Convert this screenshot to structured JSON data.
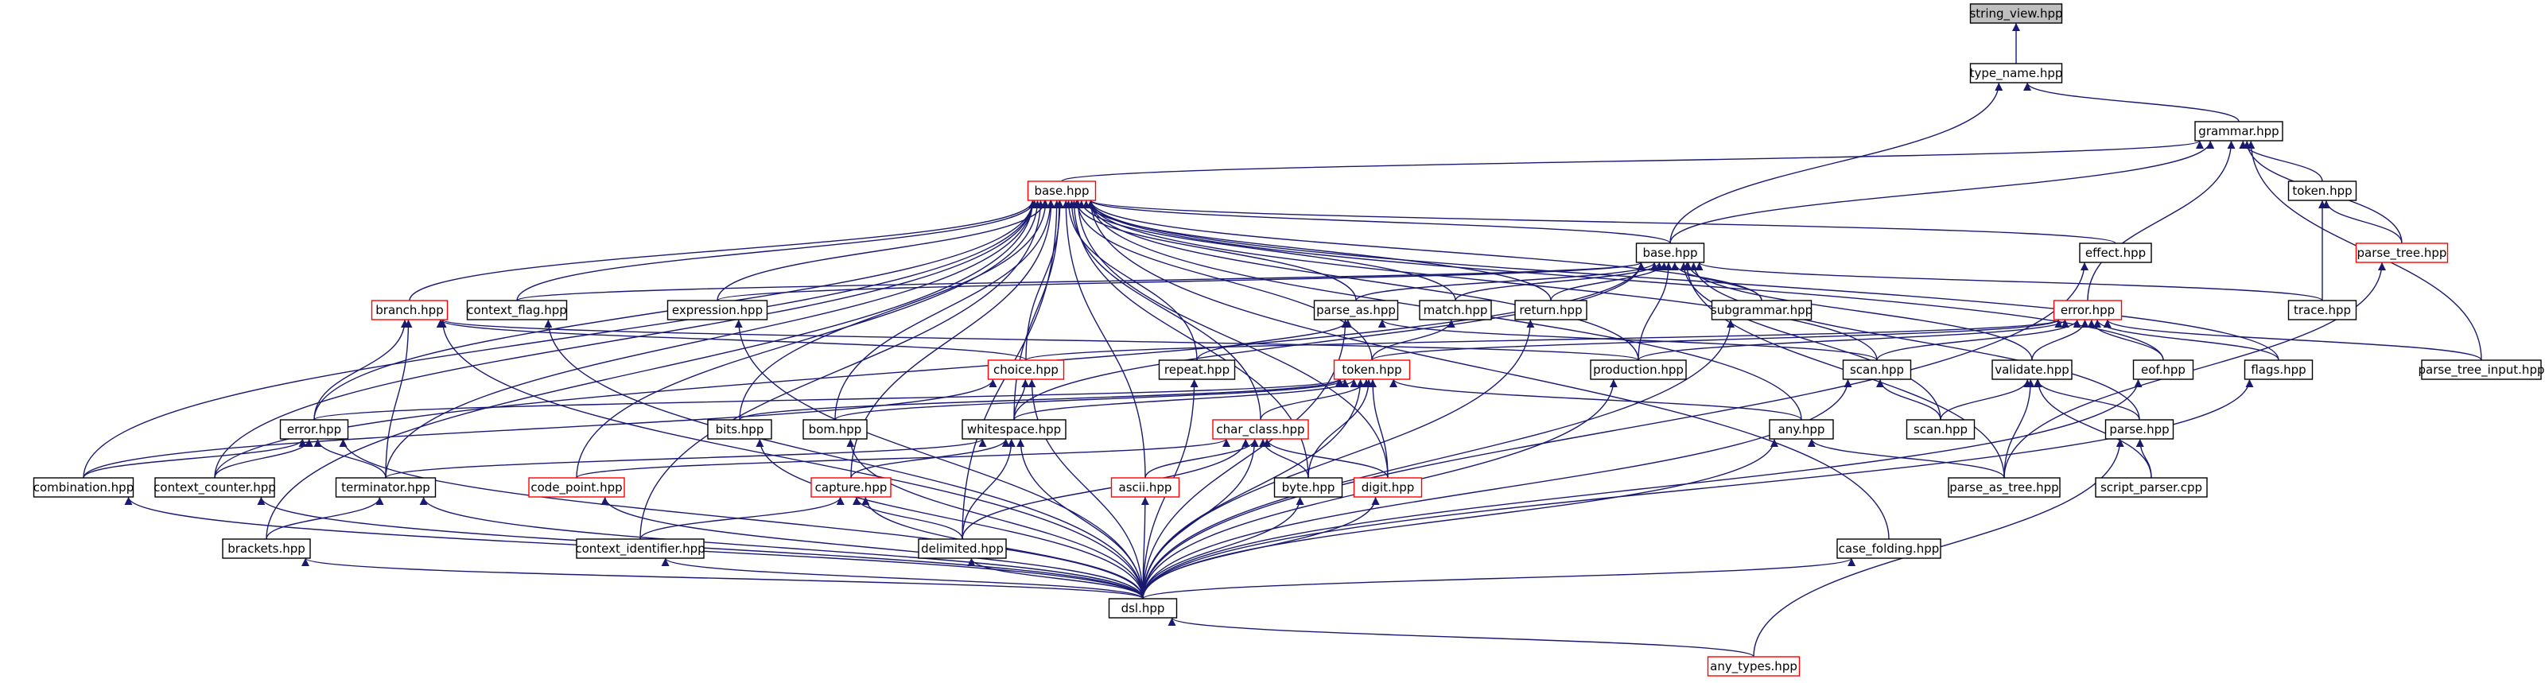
{
  "colors": {
    "edge": "#191970",
    "border_normal": "#000000",
    "border_incomplete": "#ff0000",
    "fill_normal": "#ffffff",
    "fill_root": "#bfbfbf"
  },
  "nodes": [
    {
      "id": "string_view",
      "label": "string_view.hpp",
      "style": "root"
    },
    {
      "id": "type_name",
      "label": "type_name.hpp",
      "style": "normal"
    },
    {
      "id": "grammar",
      "label": "grammar.hpp",
      "style": "normal"
    },
    {
      "id": "base_dsl",
      "label": "base.hpp",
      "style": "incomplete"
    },
    {
      "id": "token_h",
      "label": "token.hpp",
      "style": "normal"
    },
    {
      "id": "parse_tree",
      "label": "parse_tree.hpp",
      "style": "incomplete"
    },
    {
      "id": "effect",
      "label": "effect.hpp",
      "style": "normal"
    },
    {
      "id": "base_action",
      "label": "base.hpp",
      "style": "normal"
    },
    {
      "id": "branch",
      "label": "branch.hpp",
      "style": "incomplete"
    },
    {
      "id": "context_flag",
      "label": "context_flag.hpp",
      "style": "normal"
    },
    {
      "id": "expression",
      "label": "expression.hpp",
      "style": "normal"
    },
    {
      "id": "parse_as",
      "label": "parse_as.hpp",
      "style": "normal"
    },
    {
      "id": "match",
      "label": "match.hpp",
      "style": "normal"
    },
    {
      "id": "return",
      "label": "return.hpp",
      "style": "normal"
    },
    {
      "id": "subgrammar",
      "label": "subgrammar.hpp",
      "style": "normal"
    },
    {
      "id": "error",
      "label": "error.hpp",
      "style": "incomplete"
    },
    {
      "id": "trace",
      "label": "trace.hpp",
      "style": "normal"
    },
    {
      "id": "choice",
      "label": "choice.hpp",
      "style": "incomplete"
    },
    {
      "id": "repeat",
      "label": "repeat.hpp",
      "style": "normal"
    },
    {
      "id": "token_dsl",
      "label": "token.hpp",
      "style": "incomplete"
    },
    {
      "id": "production",
      "label": "production.hpp",
      "style": "normal"
    },
    {
      "id": "scan_dsl",
      "label": "scan.hpp",
      "style": "normal"
    },
    {
      "id": "validate",
      "label": "validate.hpp",
      "style": "normal"
    },
    {
      "id": "eof",
      "label": "eof.hpp",
      "style": "normal"
    },
    {
      "id": "flags",
      "label": "flags.hpp",
      "style": "normal"
    },
    {
      "id": "parse_tree_input",
      "label": "parse_tree_input.hpp",
      "style": "normal"
    },
    {
      "id": "error_dsl",
      "label": "error.hpp",
      "style": "normal"
    },
    {
      "id": "bits",
      "label": "bits.hpp",
      "style": "normal"
    },
    {
      "id": "bom",
      "label": "bom.hpp",
      "style": "normal"
    },
    {
      "id": "whitespace",
      "label": "whitespace.hpp",
      "style": "normal"
    },
    {
      "id": "char_class",
      "label": "char_class.hpp",
      "style": "incomplete"
    },
    {
      "id": "any",
      "label": "any.hpp",
      "style": "normal"
    },
    {
      "id": "scan_action",
      "label": "scan.hpp",
      "style": "normal"
    },
    {
      "id": "parse",
      "label": "parse.hpp",
      "style": "normal"
    },
    {
      "id": "combination",
      "label": "combination.hpp",
      "style": "normal"
    },
    {
      "id": "context_counter",
      "label": "context_counter.hpp",
      "style": "normal"
    },
    {
      "id": "terminator",
      "label": "terminator.hpp",
      "style": "normal"
    },
    {
      "id": "code_point",
      "label": "code_point.hpp",
      "style": "incomplete"
    },
    {
      "id": "capture",
      "label": "capture.hpp",
      "style": "incomplete"
    },
    {
      "id": "ascii",
      "label": "ascii.hpp",
      "style": "incomplete"
    },
    {
      "id": "byte",
      "label": "byte.hpp",
      "style": "normal"
    },
    {
      "id": "digit",
      "label": "digit.hpp",
      "style": "incomplete"
    },
    {
      "id": "parse_as_tree",
      "label": "parse_as_tree.hpp",
      "style": "normal"
    },
    {
      "id": "script_parser",
      "label": "script_parser.cpp",
      "style": "normal"
    },
    {
      "id": "brackets",
      "label": "brackets.hpp",
      "style": "normal"
    },
    {
      "id": "context_identifier",
      "label": "context_identifier.hpp",
      "style": "normal"
    },
    {
      "id": "delimited",
      "label": "delimited.hpp",
      "style": "normal"
    },
    {
      "id": "case_folding",
      "label": "case_folding.hpp",
      "style": "normal"
    },
    {
      "id": "dsl",
      "label": "dsl.hpp",
      "style": "normal"
    },
    {
      "id": "any_types",
      "label": "any_types.hpp",
      "style": "incomplete"
    }
  ],
  "edges": [
    [
      "type_name",
      "string_view"
    ],
    [
      "grammar",
      "type_name"
    ],
    [
      "base_action",
      "type_name"
    ],
    [
      "base_dsl",
      "grammar"
    ],
    [
      "base_action",
      "grammar"
    ],
    [
      "error",
      "grammar"
    ],
    [
      "token_h",
      "grammar"
    ],
    [
      "parse_tree",
      "grammar"
    ],
    [
      "parse_tree_input",
      "grammar"
    ],
    [
      "parse_tree",
      "token_h"
    ],
    [
      "trace",
      "token_h"
    ],
    [
      "parse_as_tree",
      "parse_tree"
    ],
    [
      "effect",
      "base_dsl"
    ],
    [
      "base_action",
      "base_dsl"
    ],
    [
      "branch",
      "base_dsl"
    ],
    [
      "context_flag",
      "base_dsl"
    ],
    [
      "expression",
      "base_dsl"
    ],
    [
      "parse_as",
      "base_dsl"
    ],
    [
      "match",
      "base_dsl"
    ],
    [
      "return",
      "base_dsl"
    ],
    [
      "subgrammar",
      "base_dsl"
    ],
    [
      "choice",
      "base_dsl"
    ],
    [
      "repeat",
      "base_dsl"
    ],
    [
      "token_dsl",
      "base_dsl"
    ],
    [
      "production",
      "base_dsl"
    ],
    [
      "scan_dsl",
      "base_dsl"
    ],
    [
      "eof",
      "base_dsl"
    ],
    [
      "flags",
      "base_dsl"
    ],
    [
      "error_dsl",
      "base_dsl"
    ],
    [
      "bits",
      "base_dsl"
    ],
    [
      "bom",
      "base_dsl"
    ],
    [
      "whitespace",
      "base_dsl"
    ],
    [
      "char_class",
      "base_dsl"
    ],
    [
      "any",
      "base_dsl"
    ],
    [
      "combination",
      "base_dsl"
    ],
    [
      "context_counter",
      "base_dsl"
    ],
    [
      "terminator",
      "base_dsl"
    ],
    [
      "code_point",
      "base_dsl"
    ],
    [
      "capture",
      "base_dsl"
    ],
    [
      "ascii",
      "base_dsl"
    ],
    [
      "byte",
      "base_dsl"
    ],
    [
      "digit",
      "base_dsl"
    ],
    [
      "brackets",
      "base_dsl"
    ],
    [
      "context_identifier",
      "base_dsl"
    ],
    [
      "delimited",
      "base_dsl"
    ],
    [
      "case_folding",
      "base_dsl"
    ],
    [
      "context_flag",
      "base_action"
    ],
    [
      "expression",
      "base_action"
    ],
    [
      "parse_as",
      "base_action"
    ],
    [
      "match",
      "base_action"
    ],
    [
      "return",
      "base_action"
    ],
    [
      "subgrammar",
      "base_action"
    ],
    [
      "trace",
      "base_action"
    ],
    [
      "production",
      "base_action"
    ],
    [
      "validate",
      "base_action"
    ],
    [
      "scan_action",
      "base_action"
    ],
    [
      "parse",
      "base_action"
    ],
    [
      "parse_as_tree",
      "base_action"
    ],
    [
      "context_counter",
      "base_action"
    ],
    [
      "whitespace",
      "base_action"
    ],
    [
      "choice",
      "branch"
    ],
    [
      "production",
      "branch"
    ],
    [
      "error_dsl",
      "branch"
    ],
    [
      "terminator",
      "branch"
    ],
    [
      "dsl",
      "branch"
    ],
    [
      "dsl",
      "context_flag"
    ],
    [
      "dsl",
      "expression"
    ],
    [
      "scan_dsl",
      "parse_as"
    ],
    [
      "dsl",
      "parse_as"
    ],
    [
      "repeat",
      "parse_as"
    ],
    [
      "token_dsl",
      "match"
    ],
    [
      "dsl",
      "return"
    ],
    [
      "dsl",
      "subgrammar"
    ],
    [
      "dsl",
      "effect"
    ],
    [
      "choice",
      "error"
    ],
    [
      "token_dsl",
      "error"
    ],
    [
      "production",
      "error"
    ],
    [
      "validate",
      "error"
    ],
    [
      "scan_dsl",
      "error"
    ],
    [
      "eof",
      "error"
    ],
    [
      "flags",
      "error"
    ],
    [
      "parse_tree_input",
      "error"
    ],
    [
      "whitespace",
      "choice"
    ],
    [
      "combination",
      "choice"
    ],
    [
      "dsl",
      "choice"
    ],
    [
      "dsl",
      "repeat"
    ],
    [
      "error_dsl",
      "token_dsl"
    ],
    [
      "bits",
      "token_dsl"
    ],
    [
      "bom",
      "token_dsl"
    ],
    [
      "whitespace",
      "token_dsl"
    ],
    [
      "char_class",
      "token_dsl"
    ],
    [
      "any",
      "token_dsl"
    ],
    [
      "byte",
      "token_dsl"
    ],
    [
      "digit",
      "token_dsl"
    ],
    [
      "dsl",
      "token_dsl"
    ],
    [
      "dsl",
      "production"
    ],
    [
      "scan_action",
      "scan_dsl"
    ],
    [
      "dsl",
      "scan_dsl"
    ],
    [
      "scan_action",
      "validate"
    ],
    [
      "parse",
      "validate"
    ],
    [
      "parse_as_tree",
      "validate"
    ],
    [
      "script_parser",
      "validate"
    ],
    [
      "dsl",
      "eof"
    ],
    [
      "dsl",
      "flags"
    ],
    [
      "combination",
      "error_dsl"
    ],
    [
      "context_counter",
      "error_dsl"
    ],
    [
      "terminator",
      "error_dsl"
    ],
    [
      "dsl",
      "error_dsl"
    ],
    [
      "dsl",
      "bits"
    ],
    [
      "dsl",
      "bom"
    ],
    [
      "terminator",
      "whitespace"
    ],
    [
      "capture",
      "whitespace"
    ],
    [
      "delimited",
      "whitespace"
    ],
    [
      "dsl",
      "whitespace"
    ],
    [
      "code_point",
      "char_class"
    ],
    [
      "ascii",
      "char_class"
    ],
    [
      "byte",
      "char_class"
    ],
    [
      "digit",
      "char_class"
    ],
    [
      "delimited",
      "char_class"
    ],
    [
      "dsl",
      "char_class"
    ],
    [
      "parse_as_tree",
      "any"
    ],
    [
      "dsl",
      "any"
    ],
    [
      "script_parser",
      "parse"
    ],
    [
      "any_types",
      "parse"
    ],
    [
      "dsl",
      "combination"
    ],
    [
      "dsl",
      "context_counter"
    ],
    [
      "brackets",
      "terminator"
    ],
    [
      "dsl",
      "terminator"
    ],
    [
      "dsl",
      "code_point"
    ],
    [
      "context_identifier",
      "capture"
    ],
    [
      "delimited",
      "capture"
    ],
    [
      "dsl",
      "capture"
    ],
    [
      "dsl",
      "ascii"
    ],
    [
      "dsl",
      "byte"
    ],
    [
      "dsl",
      "digit"
    ],
    [
      "dsl",
      "brackets"
    ],
    [
      "dsl",
      "context_identifier"
    ],
    [
      "dsl",
      "delimited"
    ],
    [
      "dsl",
      "case_folding"
    ],
    [
      "any_types",
      "dsl"
    ]
  ]
}
